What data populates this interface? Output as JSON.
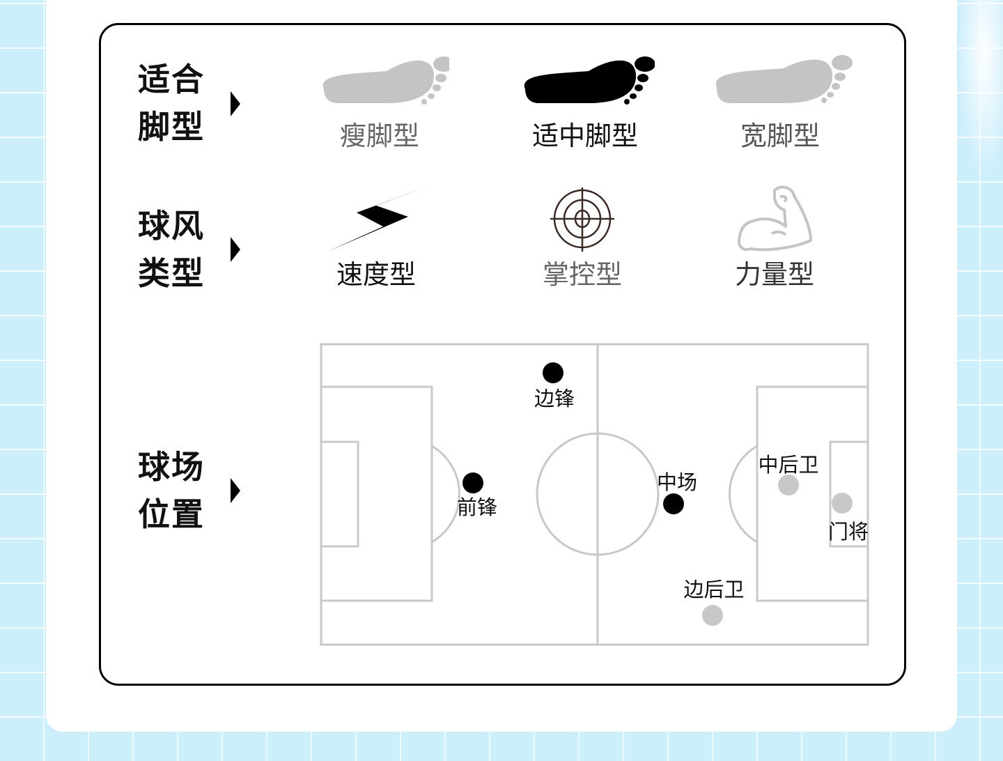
{
  "rows": [
    {
      "label_line1": "适合",
      "label_line2": "脚型",
      "options": [
        {
          "label": "瘦脚型",
          "icon": "footprint-icon",
          "selected": false
        },
        {
          "label": "适中脚型",
          "icon": "footprint-icon",
          "selected": true
        },
        {
          "label": "宽脚型",
          "icon": "footprint-icon",
          "selected": false
        }
      ]
    },
    {
      "label_line1": "球风",
      "label_line2": "类型",
      "options": [
        {
          "label": "速度型",
          "icon": "lightning-icon",
          "selected": true
        },
        {
          "label": "掌控型",
          "icon": "target-icon",
          "selected": false
        },
        {
          "label": "力量型",
          "icon": "muscle-arm-icon",
          "selected": false
        }
      ]
    },
    {
      "label_line1": "球场",
      "label_line2": "位置"
    }
  ],
  "positions": [
    {
      "label": "边锋",
      "selected": true
    },
    {
      "label": "前锋",
      "selected": true
    },
    {
      "label": "中场",
      "selected": true
    },
    {
      "label": "中后卫",
      "selected": false
    },
    {
      "label": "门将",
      "selected": false
    },
    {
      "label": "边后卫",
      "selected": false
    }
  ],
  "colors": {
    "selected": "#000000",
    "unselected": "#c8c8c8",
    "background": "#cdeefb"
  }
}
